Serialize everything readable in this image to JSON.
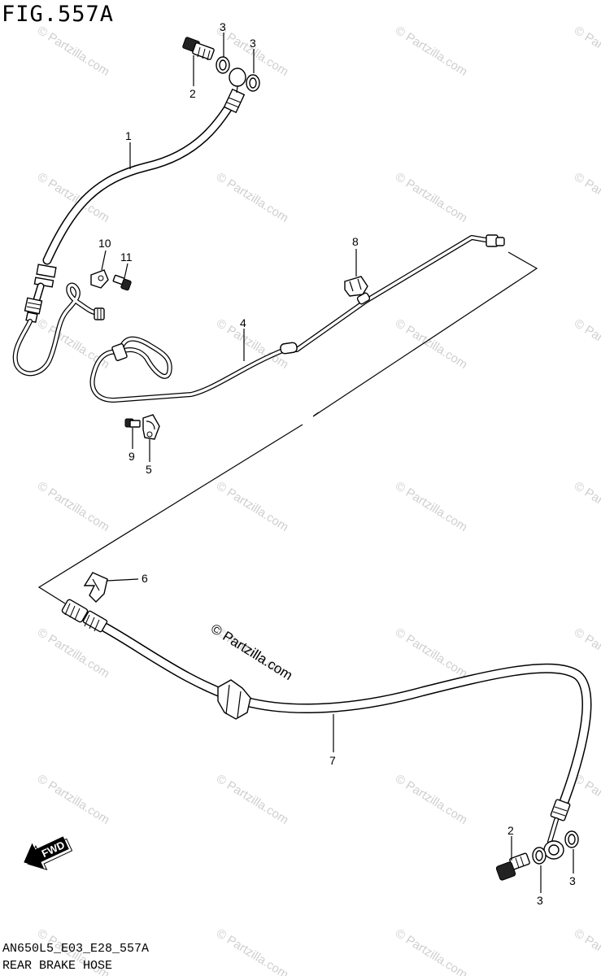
{
  "figure": {
    "title": "FIG.557A",
    "diagram_code": "AN650L5_E03_E28_557A",
    "description": "REAR BRAKE HOSE"
  },
  "callouts": [
    {
      "id": "c1",
      "label": "1"
    },
    {
      "id": "c2a",
      "label": "2"
    },
    {
      "id": "c3a",
      "label": "3"
    },
    {
      "id": "c3b",
      "label": "3"
    },
    {
      "id": "c4",
      "label": "4"
    },
    {
      "id": "c5",
      "label": "5"
    },
    {
      "id": "c6",
      "label": "6"
    },
    {
      "id": "c7",
      "label": "7"
    },
    {
      "id": "c8",
      "label": "8"
    },
    {
      "id": "c9",
      "label": "9"
    },
    {
      "id": "c10",
      "label": "10"
    },
    {
      "id": "c11",
      "label": "11"
    },
    {
      "id": "c2b",
      "label": "2"
    },
    {
      "id": "c3c",
      "label": "3"
    },
    {
      "id": "c3d",
      "label": "3"
    }
  ],
  "direction_marker": {
    "label": "FWD",
    "icon": "forward-arrow-icon"
  },
  "watermark": {
    "text": "© Partzilla.com",
    "color": "#cfcfcf"
  },
  "brand_mark": {
    "text": "© Partzilla.com"
  }
}
